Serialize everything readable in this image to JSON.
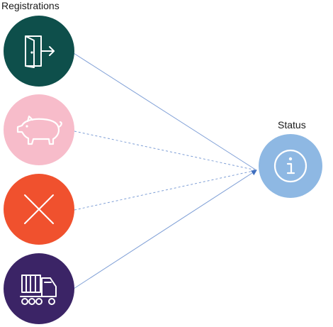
{
  "registrations": {
    "title": "Registrations",
    "nodes": [
      {
        "name": "entry-node",
        "icon": "door-enter-icon",
        "color": "#0e4f4b"
      },
      {
        "name": "animal-node",
        "icon": "pig-icon",
        "color": "#f7bcca"
      },
      {
        "name": "removal-node",
        "icon": "x-icon",
        "color": "#f0512e"
      },
      {
        "name": "transport-node",
        "icon": "truck-icon",
        "color": "#3b2466"
      }
    ]
  },
  "status": {
    "title": "Status",
    "icon": "info-icon",
    "color": "#8eb8e3"
  },
  "connector_color": "#7f9fd6"
}
